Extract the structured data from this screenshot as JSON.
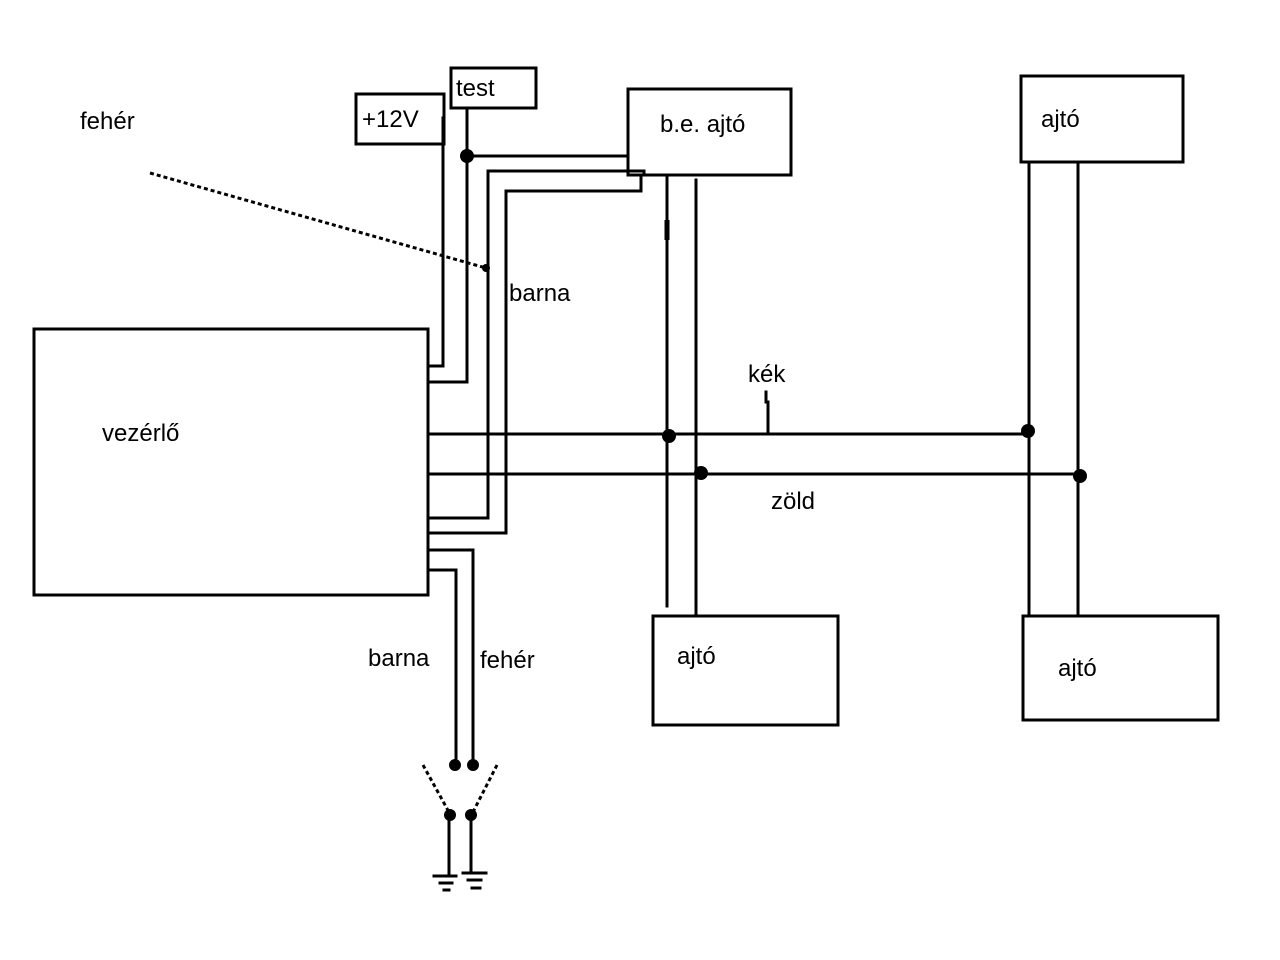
{
  "diagram": {
    "title": "",
    "components": {
      "controller": "vezérlő",
      "power": "+12V",
      "test": "test",
      "main_door": "b.e. ajtó",
      "door_top_right": "ajtó",
      "door_bottom_middle": "ajtó",
      "door_bottom_right": "ajtó"
    },
    "wire_labels": {
      "white_top": "fehér",
      "brown_top": "barna",
      "blue": "kék",
      "green": "zöld",
      "brown_bottom": "barna",
      "white_bottom": "fehér"
    },
    "connections": [
      {
        "from": "vezérlő",
        "to": "+12V"
      },
      {
        "from": "vezérlő",
        "to": "test"
      },
      {
        "from": "test",
        "to": "b.e. ajtó"
      },
      {
        "from": "vezérlő",
        "to": "b.e. ajtó",
        "wire": "fehér"
      },
      {
        "from": "vezérlő",
        "to": "b.e. ajtó",
        "wire": "barna"
      },
      {
        "from": "vezérlő",
        "to": "ajtó (all)",
        "wire": "kék"
      },
      {
        "from": "vezérlő",
        "to": "ajtó (all)",
        "wire": "zöld"
      },
      {
        "from": "vezérlő",
        "to": "switch-left",
        "wire": "barna"
      },
      {
        "from": "vezérlő",
        "to": "switch-right",
        "wire": "fehér"
      },
      {
        "from": "switch-left",
        "to": "ground"
      },
      {
        "from": "switch-right",
        "to": "ground"
      }
    ]
  }
}
